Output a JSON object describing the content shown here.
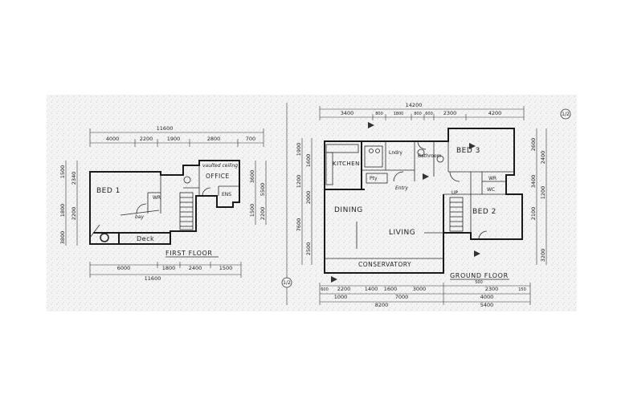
{
  "first_floor": {
    "title": "FIRST FLOOR",
    "rooms": {
      "bed1": "BED 1",
      "office": "OFFICE",
      "wr": "WR",
      "deck": "Deck",
      "ensuite": "ENS",
      "note": "vaulted ceiling",
      "bay": "bay"
    },
    "dims_top": {
      "overall": "11600",
      "segments": [
        "4000",
        "2200",
        "1900",
        "2800",
        "700"
      ]
    },
    "dims_bottom": {
      "row1": [
        "6000",
        "1800",
        "2400",
        "1500"
      ],
      "row2": "11600"
    },
    "dims_left": [
      "1500",
      "2340",
      "1800",
      "2200",
      "3800"
    ],
    "dims_right": [
      "3600",
      "5500",
      "1500",
      "2200"
    ]
  },
  "ground_floor": {
    "title": "GROUND FLOOR",
    "rooms": {
      "kitchen": "KITCHEN",
      "dining": "DINING",
      "living": "LIVING",
      "conservatory": "CONSERVATORY",
      "bed3": "BED 3",
      "bed2": "BED 2",
      "bathroom": "Bathroom",
      "entry": "Entry",
      "lndry": "Lndry",
      "wr": "WR",
      "pantry": "Pty",
      "wc": "WC",
      "up": "UP"
    },
    "dims_top": {
      "overall": "14200",
      "segments": [
        "3400",
        "800",
        "1800",
        "800",
        "600",
        "2300",
        "4200"
      ]
    },
    "dims_bottom": {
      "row1": [
        "600",
        "2200",
        "1400",
        "1600",
        "3000",
        "500",
        "2300",
        "150"
      ],
      "row2": [
        "1000",
        "7000",
        "4000"
      ],
      "row3": [
        "8200",
        "5400"
      ]
    },
    "dims_left": [
      "1900",
      "1600",
      "1200",
      "2000",
      "7600",
      "2500"
    ],
    "dims_right": [
      "2600",
      "2400",
      "3400",
      "1200",
      "2100",
      "3200"
    ]
  },
  "markers": {
    "section": "1/2",
    "section_top": "1/2"
  }
}
